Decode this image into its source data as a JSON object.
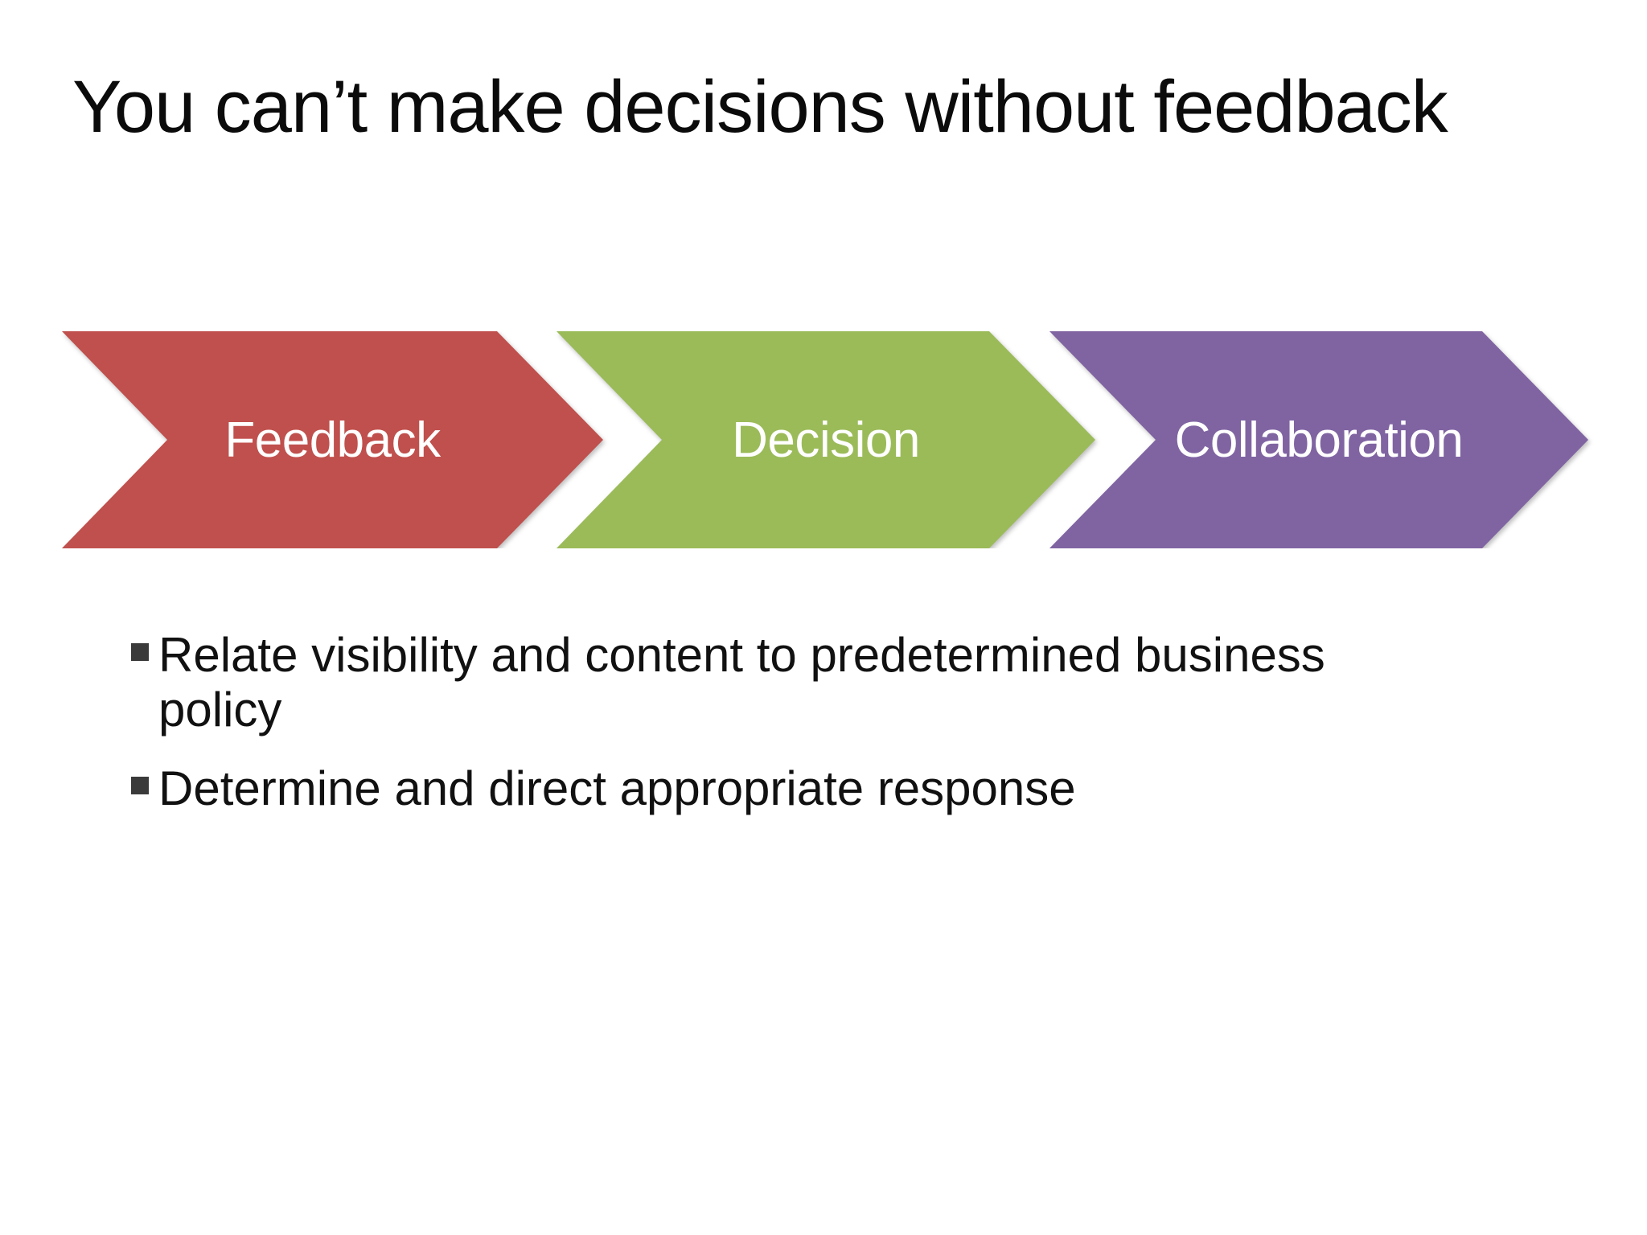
{
  "slide": {
    "title": "You can’t make decisions without feedback",
    "background_color": "#ffffff",
    "title_color": "#0b0b0b",
    "bullet_marker_color": "#3a3a3a"
  },
  "process": {
    "type": "chevron-process",
    "steps": [
      {
        "label": "Feedback",
        "color": "#C0504D"
      },
      {
        "label": "Decision",
        "color": "#9BBB59"
      },
      {
        "label": "Collaboration",
        "color": "#8064A2"
      }
    ]
  },
  "bullets": [
    {
      "text": "Relate visibility and content to predetermined business policy",
      "lines": [
        "Relate visibility and content to predetermined business",
        "policy"
      ]
    },
    {
      "text": "Determine and direct appropriate response",
      "lines": [
        "Determine and direct appropriate response"
      ]
    }
  ]
}
